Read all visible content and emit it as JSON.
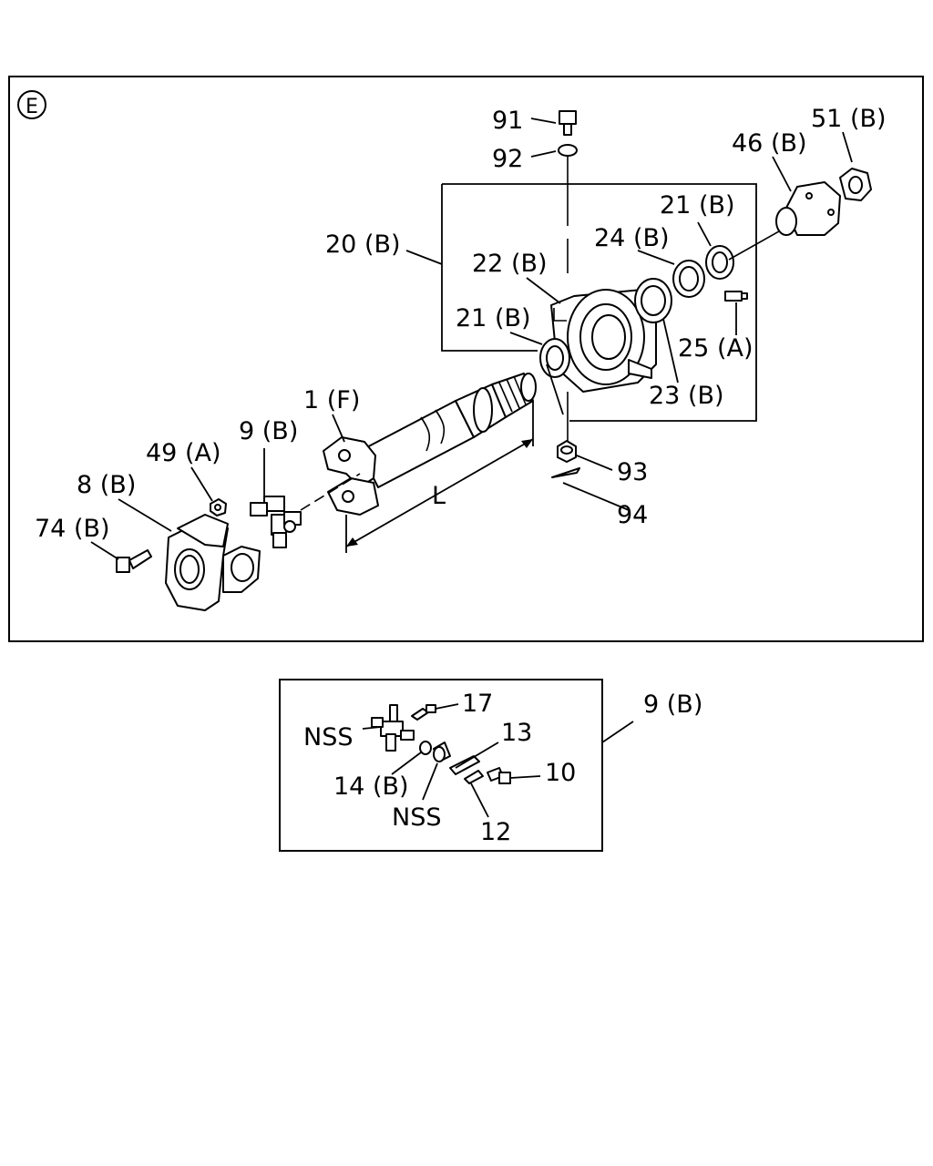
{
  "main_panel": {
    "section_mark": "E",
    "labels": {
      "p91": "91",
      "p92": "92",
      "p51b": "51 (B)",
      "p46b": "46 (B)",
      "p21b_top": "21 (B)",
      "p20b": "20 (B)",
      "p24b": "24 (B)",
      "p22b": "22 (B)",
      "p21b_left": "21 (B)",
      "p25a": "25 (A)",
      "p23b": "23 (B)",
      "p1f": "1 (F)",
      "p9b": "9 (B)",
      "p49a": "49 (A)",
      "p8b": "8 (B)",
      "p74b": "74 (B)",
      "p93": "93",
      "p94": "94",
      "dim_L": "L"
    }
  },
  "detail_panel": {
    "callout": "9 (B)",
    "labels": {
      "p17": "17",
      "nss_top": "NSS",
      "p13": "13",
      "p10": "10",
      "p14b": "14 (B)",
      "nss_bottom": "NSS",
      "p12": "12"
    }
  }
}
